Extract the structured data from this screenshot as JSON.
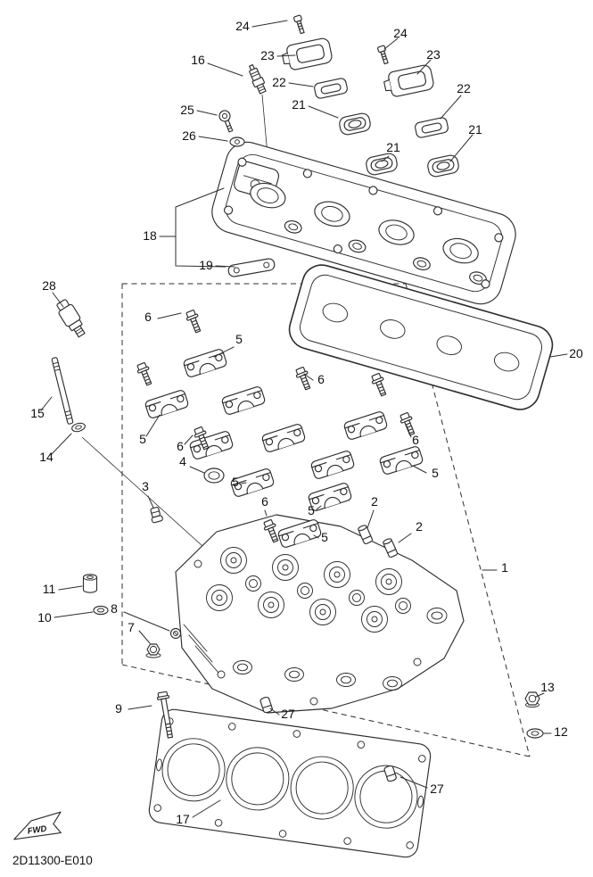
{
  "meta": {
    "code": "2D11300-E010",
    "fwd": "FWD"
  },
  "callouts": [
    {
      "id": "24a",
      "label": "24"
    },
    {
      "id": "24b",
      "label": "24"
    },
    {
      "id": "16",
      "label": "16"
    },
    {
      "id": "23a",
      "label": "23"
    },
    {
      "id": "23b",
      "label": "23"
    },
    {
      "id": "22a",
      "label": "22"
    },
    {
      "id": "22b",
      "label": "22"
    },
    {
      "id": "25",
      "label": "25"
    },
    {
      "id": "21a",
      "label": "21"
    },
    {
      "id": "26",
      "label": "26"
    },
    {
      "id": "21b",
      "label": "21"
    },
    {
      "id": "21c",
      "label": "21"
    },
    {
      "id": "18",
      "label": "18"
    },
    {
      "id": "19",
      "label": "19"
    },
    {
      "id": "20",
      "label": "20"
    },
    {
      "id": "28",
      "label": "28"
    },
    {
      "id": "6a",
      "label": "6"
    },
    {
      "id": "5a",
      "label": "5"
    },
    {
      "id": "6b",
      "label": "6"
    },
    {
      "id": "15",
      "label": "15"
    },
    {
      "id": "5b",
      "label": "5"
    },
    {
      "id": "6c",
      "label": "6"
    },
    {
      "id": "14",
      "label": "14"
    },
    {
      "id": "6d",
      "label": "6"
    },
    {
      "id": "5c",
      "label": "5"
    },
    {
      "id": "4",
      "label": "4"
    },
    {
      "id": "5d",
      "label": "5"
    },
    {
      "id": "6e",
      "label": "6"
    },
    {
      "id": "3",
      "label": "3"
    },
    {
      "id": "5e",
      "label": "5"
    },
    {
      "id": "5f",
      "label": "5"
    },
    {
      "id": "2a",
      "label": "2"
    },
    {
      "id": "2b",
      "label": "2"
    },
    {
      "id": "1",
      "label": "1"
    },
    {
      "id": "11",
      "label": "11"
    },
    {
      "id": "10",
      "label": "10"
    },
    {
      "id": "8",
      "label": "8"
    },
    {
      "id": "7",
      "label": "7"
    },
    {
      "id": "13",
      "label": "13"
    },
    {
      "id": "12",
      "label": "12"
    },
    {
      "id": "9",
      "label": "9"
    },
    {
      "id": "27a",
      "label": "27"
    },
    {
      "id": "27b",
      "label": "27"
    },
    {
      "id": "17",
      "label": "17"
    }
  ]
}
